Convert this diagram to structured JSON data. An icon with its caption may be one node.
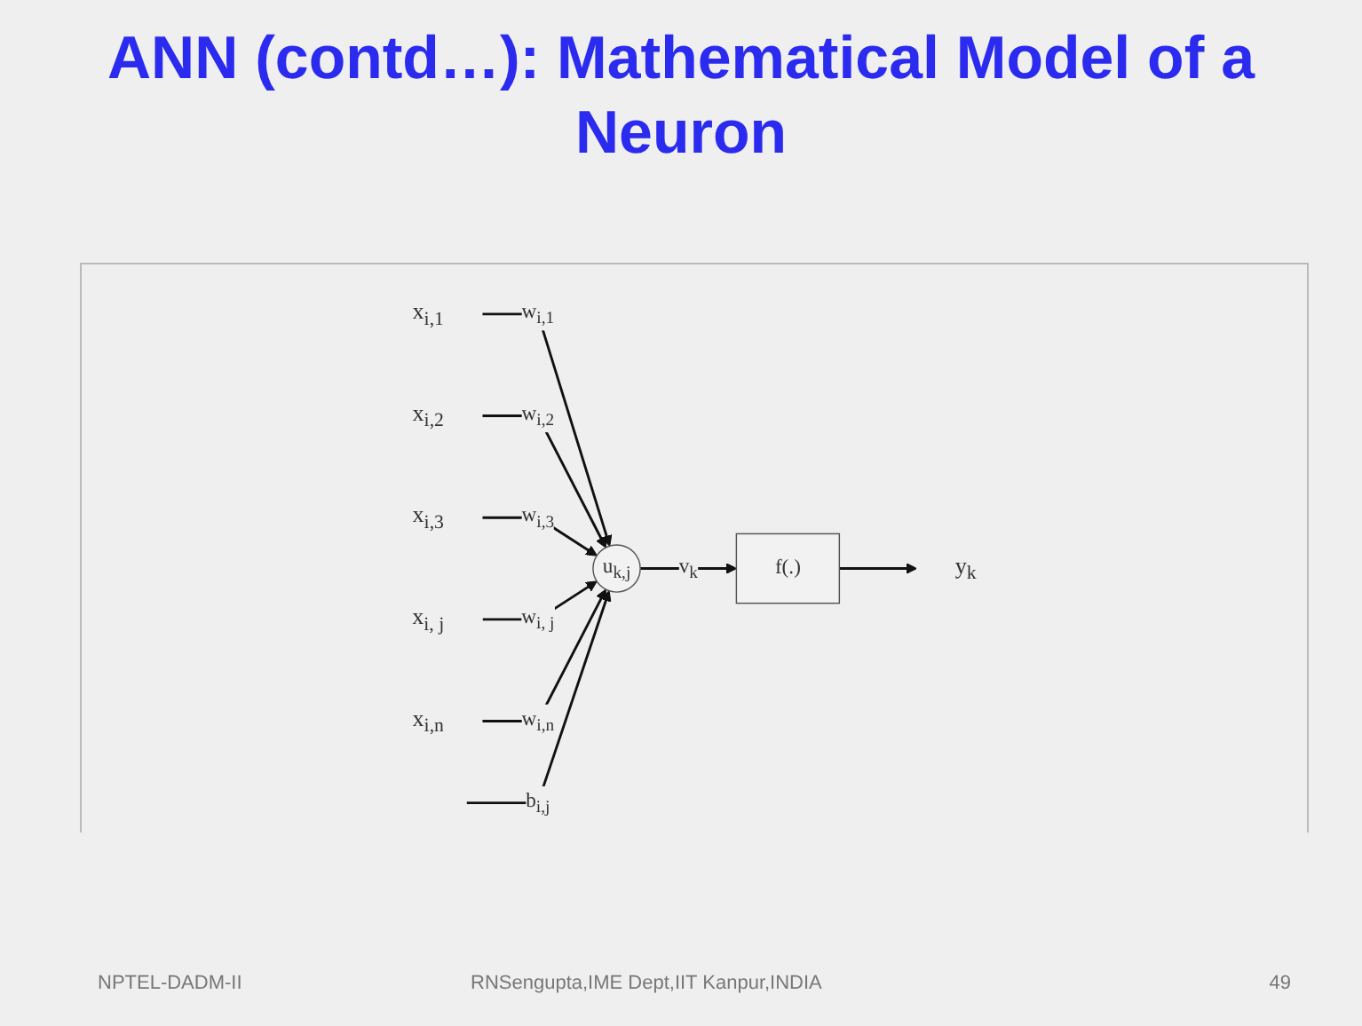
{
  "diagram": {
    "title": "ANN (contd…): Mathematical Model of a Neuron",
    "nodes": [
      {
        "text": [
          "x$_{i,1}$"
        ]
      },
      {
        "text": [
          "x$_{i,2}$"
        ]
      },
      {
        "text": [
          "x$_{i,3}$"
        ]
      },
      {
        "text": [
          "x$_{i, j}$"
        ]
      },
      {
        "text": [
          "x$_{i,n}$"
        ]
      },
      {
        "text": [
          "u$_{k,j}$"
        ]
      },
      {
        "text": [
          "f(.)"
        ]
      },
      {
        "text": [
          "y$_{k}$"
        ]
      }
    ],
    "edges": [
      {
        "from": 0,
        "to": 5,
        "arrow": "to",
        "label": "w$_{i,1}$"
      },
      {
        "from": 1,
        "to": 5,
        "arrow": "to",
        "label": "w$_{i,2}$"
      },
      {
        "from": 2,
        "to": 5,
        "arrow": "to",
        "label": "w$_{i,3}$"
      },
      {
        "from": 3,
        "to": 5,
        "arrow": "to",
        "label": "w$_{i, j}$"
      },
      {
        "from": 4,
        "to": 5,
        "arrow": "to",
        "label": "w$_{i,n}$"
      },
      {
        "from": 5,
        "to": 6,
        "arrow": "to",
        "label": "v$_{k}$"
      },
      {
        "from": 6,
        "to": 7,
        "arrow": "to"
      },
      {
        "from": null,
        "to": 5,
        "arrow": "to",
        "label": "b$_{i,j}$"
      }
    ],
    "labels": [
      "NPTEL-DADM-II",
      "RNSengupta,IME Dept,IIT Kanpur,INDIA",
      "49"
    ]
  }
}
